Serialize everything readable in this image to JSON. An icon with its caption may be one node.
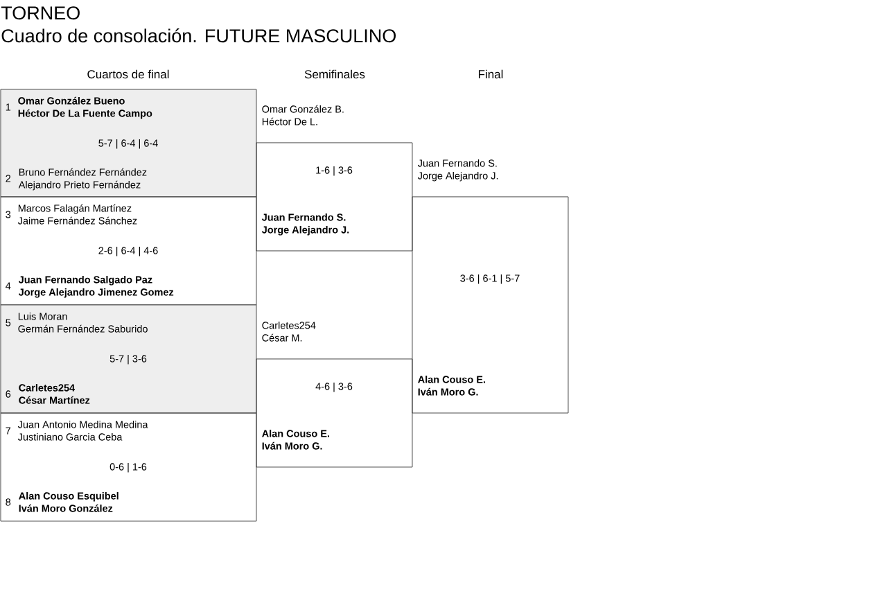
{
  "diagram": {
    "title": "TORNEO",
    "nodes": [
      {
        "text": [
          "1",
          "Omar González Bueno",
          "Héctor De La Fuente Campo",
          "5-7 | 6-4 | 6-4",
          "2",
          "Bruno Fernández Fernández",
          "Alejandro Prieto Fernández"
        ]
      },
      {
        "text": [
          "3",
          "Marcos Falagán Martínez",
          "Jaime Fernández Sánchez",
          "2-6 | 6-4 | 4-6",
          "4",
          "Juan Fernando Salgado Paz",
          "Jorge Alejandro Jimenez Gomez"
        ]
      },
      {
        "text": [
          "5",
          "Luis Moran",
          "Germán Fernández Saburido",
          "5-7 | 3-6",
          "6",
          "Carletes254",
          "César Martínez"
        ]
      },
      {
        "text": [
          "7",
          "Juan Antonio Medina Medina",
          "Justiniano Garcia Ceba",
          "0-6 | 1-6",
          "8",
          "Alan Couso Esquibel",
          "Iván Moro González"
        ]
      },
      {
        "text": [
          "Omar González B.",
          "Héctor De L.",
          "1-6 | 3-6",
          "Juan Fernando S.",
          "Jorge Alejandro J."
        ]
      },
      {
        "text": [
          "Carletes254",
          "César M.",
          "4-6 | 3-6",
          "Alan Couso E.",
          "Iván Moro G."
        ]
      },
      {
        "text": [
          "Juan Fernando S.",
          "Jorge Alejandro J.",
          "3-6 | 6-1 | 5-7",
          "Alan Couso E.",
          "Iván Moro G."
        ]
      }
    ],
    "labels": [
      "Cuadro de consolación. FUTURE MASCULINO",
      "Cuartos de final",
      "Semifinales",
      "Final"
    ]
  }
}
